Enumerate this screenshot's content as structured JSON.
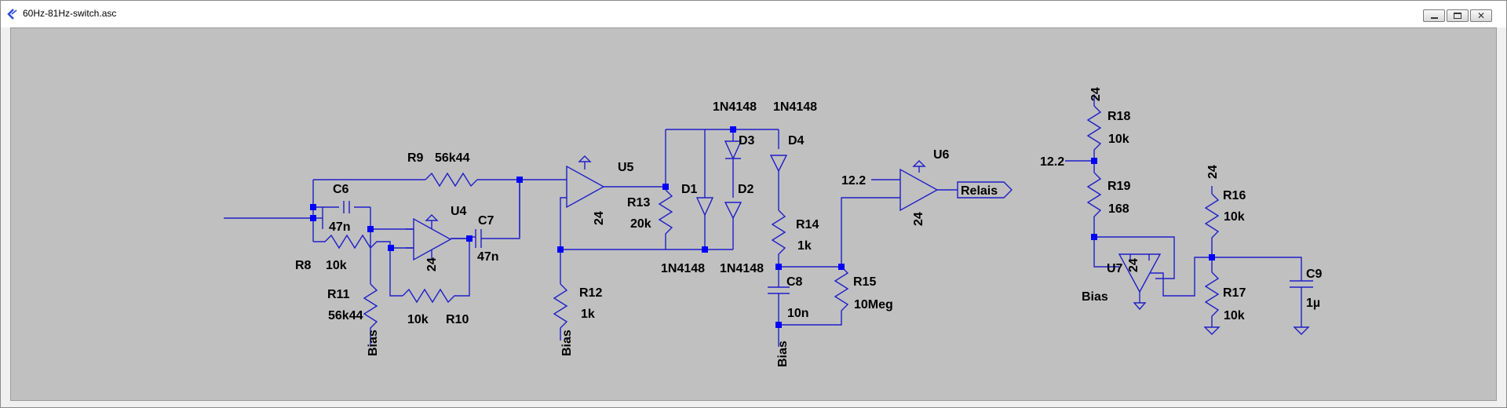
{
  "window": {
    "title": "60Hz-81Hz-switch.asc",
    "close_glyph": "✕"
  },
  "colors": {
    "wire": "#1f1fc8",
    "junction": "#0000ff",
    "background": "#c0c0c0",
    "text": "#000000"
  },
  "labels": {
    "r9": "R9",
    "r9v": "56k44",
    "c6": "C6",
    "c6v": "47n",
    "r8": "R8",
    "r8v": "10k",
    "r11": "R11",
    "r11v": "56k44",
    "bias1": "Bias",
    "u4": "U4",
    "u4s": "24",
    "c7": "C7",
    "c7v": "47n",
    "r10v": "10k",
    "r10": "R10",
    "u5": "U5",
    "u5s": "24",
    "r13": "R13",
    "r13v": "20k",
    "r12": "R12",
    "r12v": "1k",
    "bias2": "Bias",
    "d1": "D1",
    "d2": "D2",
    "d3": "D3",
    "d4": "D4",
    "dtype1": "1N4148",
    "dtype2": "1N4148",
    "dtype3": "1N4148",
    "dtype4": "1N4148",
    "r14": "R14",
    "r14v": "1k",
    "c8": "C8",
    "c8v": "10n",
    "bias3": "Bias",
    "r15": "R15",
    "r15v": "10Meg",
    "u6": "U6",
    "u6s": "24",
    "vin": "12.2",
    "relais": "Relais",
    "r18p": "24",
    "r18": "R18",
    "r18v": "10k",
    "vref": "12.2",
    "r19": "R19",
    "r19v": "168",
    "u7": "U7",
    "u7s": "24",
    "bias4": "Bias",
    "r16p": "24",
    "r16": "R16",
    "r16v": "10k",
    "r17": "R17",
    "r17v": "10k",
    "c9": "C9",
    "c9v": "1µ"
  }
}
